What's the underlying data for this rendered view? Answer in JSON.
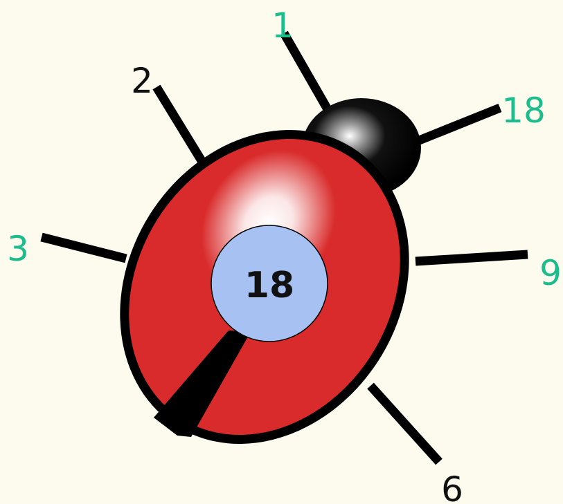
{
  "center_number": "18",
  "leg_labels": {
    "top": "1",
    "upper_left": "2",
    "left": "3",
    "upper_right": "18",
    "right": "9",
    "bottom_right": "6"
  },
  "colors": {
    "background": "#fdfbee",
    "body_red": "#d92b2b",
    "outline": "#000000",
    "center_circle": "#a7c1f3",
    "teal_label": "#1dbc8c",
    "black_label": "#111111"
  }
}
